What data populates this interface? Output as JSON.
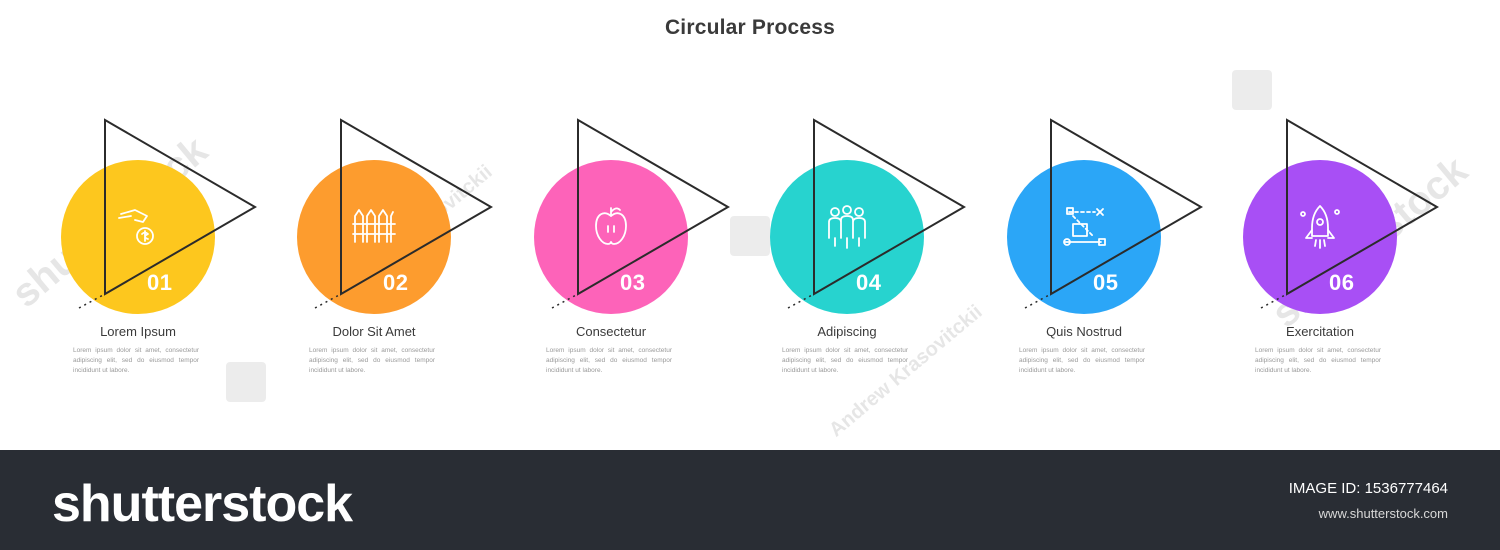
{
  "header": {
    "title": "Circular Process"
  },
  "steps": [
    {
      "number": "01",
      "label": "Lorem Ipsum",
      "description": "Lorem ipsum dolor sit amet, consectetur adipiscing elit, sed do eiusmod tempor incididunt ut labore.",
      "color": "#fdc71e",
      "icon": "hand-coin-icon"
    },
    {
      "number": "02",
      "label": "Dolor Sit Amet",
      "description": "Lorem ipsum dolor sit amet, consectetur adipiscing elit, sed do eiusmod tempor incididunt ut labore.",
      "color": "#fd9c2e",
      "icon": "fence-icon"
    },
    {
      "number": "03",
      "label": "Consectetur",
      "description": "Lorem ipsum dolor sit amet, consectetur adipiscing elit, sed do eiusmod tempor incididunt ut labore.",
      "color": "#fd63b9",
      "icon": "apple-icon"
    },
    {
      "number": "04",
      "label": "Adipiscing",
      "description": "Lorem ipsum dolor sit amet, consectetur adipiscing elit, sed do eiusmod tempor incididunt ut labore.",
      "color": "#27d3cf",
      "icon": "team-icon"
    },
    {
      "number": "05",
      "label": "Quis Nostrud",
      "description": "Lorem ipsum dolor sit amet, consectetur adipiscing elit, sed do eiusmod tempor incididunt ut labore.",
      "color": "#2ba6f7",
      "icon": "path-icon"
    },
    {
      "number": "06",
      "label": "Exercitation",
      "description": "Lorem ipsum dolor sit amet, consectetur adipiscing elit, sed do eiusmod tempor incididunt ut labore.",
      "color": "#a84ff5",
      "icon": "rocket-icon"
    }
  ],
  "watermark": {
    "brand": "shutterstock",
    "author": "Andrew Krasovitckii"
  },
  "footer": {
    "logo": "shutterstock",
    "image_id": "IMAGE ID: 1536777464",
    "site": "www.shutterstock.com"
  }
}
